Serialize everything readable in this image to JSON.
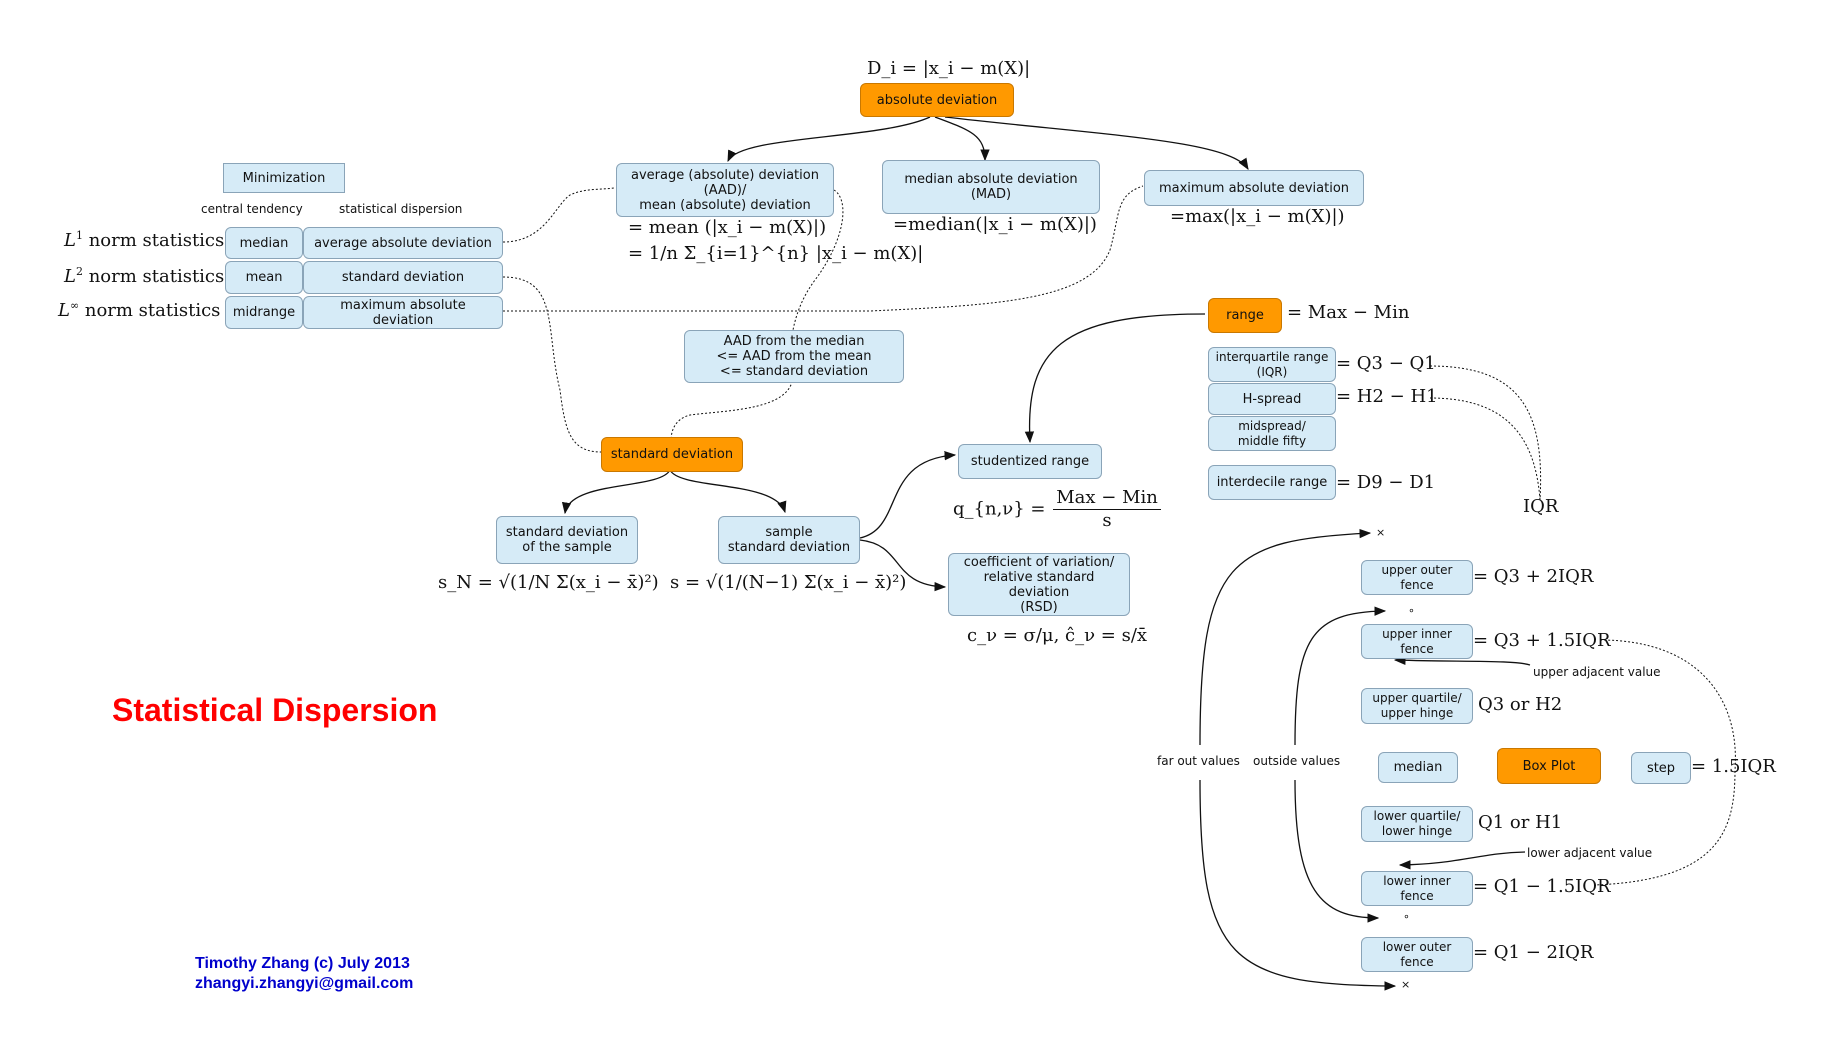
{
  "title": "Statistical Dispersion",
  "credits": {
    "line1": "Timothy Zhang (c) July 2013",
    "line2": "zhangyi.zhangyi@gmail.com"
  },
  "norm_table": {
    "header": "Minimization",
    "col1": "central tendency",
    "col2": "statistical dispersion",
    "rows": [
      {
        "label_main": "norm statistics",
        "sup": "1",
        "central": "median",
        "dispersion": "average absolute deviation"
      },
      {
        "label_main": "norm statistics",
        "sup": "2",
        "central": "mean",
        "dispersion": "standard deviation"
      },
      {
        "label_main": "norm statistics",
        "sup": "∞",
        "central": "midrange",
        "dispersion": "maximum absolute deviation"
      }
    ]
  },
  "absolute_deviation": {
    "formula": "D_i = |x_i − m(X)|",
    "label": "absolute deviation",
    "aad": {
      "label": "average (absolute) deviation\n(AAD)/\nmean (absolute) deviation",
      "formula1": "= mean (|x_i − m(X)|)",
      "formula2": "= 1/n Σ_{i=1}^{n} |x_i − m(X)|"
    },
    "mad": {
      "label": "median absolute deviation\n(MAD)",
      "formula": "=median(|x_i − m(X)|)"
    },
    "max": {
      "label": "maximum absolute deviation",
      "formula": "=max(|x_i − m(X)|)"
    }
  },
  "aad_note": "AAD from the median\n<= AAD from the mean\n<= standard deviation",
  "standard_deviation": {
    "label": "standard deviation",
    "population": {
      "label": "standard deviation\nof the sample",
      "formula": "s_N = √(1/N Σ(x_i − x̄)²)"
    },
    "sample": {
      "label": "sample\nstandard deviation",
      "formula": "s = √(1/(N−1) Σ(x_i − x̄)²)"
    }
  },
  "range": {
    "label": "range",
    "formula": "= Max − Min",
    "iqr": {
      "label": "interquartile range\n(IQR)",
      "formula": "= Q3 − Q1"
    },
    "hspread": {
      "label": "H-spread",
      "formula": "= H2 − H1"
    },
    "midspread": {
      "label": "midspread/\nmiddle fifty"
    },
    "interdecile": {
      "label": "interdecile range",
      "formula": "= D9 − D1"
    },
    "iqr_tag": "IQR"
  },
  "studentized": {
    "label": "studentized range",
    "formula_lhs": "q_{n,ν} =",
    "num": "Max − Min",
    "den": "s"
  },
  "cov": {
    "label": "coefficient of variation/\nrelative standard deviation\n(RSD)",
    "formula": "c_ν = σ/μ, ĉ_ν = s/x̄"
  },
  "boxplot": {
    "label": "Box Plot",
    "step": {
      "label": "step",
      "formula": "= 1.5IQR"
    },
    "median": "median",
    "upper_outer": {
      "label": "upper outer fence",
      "formula": "= Q3 + 2IQR"
    },
    "upper_inner": {
      "label": "upper inner fence",
      "formula": "= Q3 + 1.5IQR"
    },
    "upper_adjacent": "upper adjacent value",
    "upper_quartile": {
      "label": "upper quartile/\nupper hinge",
      "formula": "Q3 or H2"
    },
    "lower_quartile": {
      "label": "lower quartile/\nlower hinge",
      "formula": "Q1 or H1"
    },
    "lower_adjacent": "lower adjacent value",
    "lower_inner": {
      "label": "lower inner fence",
      "formula": "= Q1 − 1.5IQR"
    },
    "lower_outer": {
      "label": "lower outer fence",
      "formula": "= Q1 − 2IQR"
    },
    "far_out": "far out values",
    "outside": "outside values",
    "sym_far": "×",
    "sym_out": "∘"
  }
}
